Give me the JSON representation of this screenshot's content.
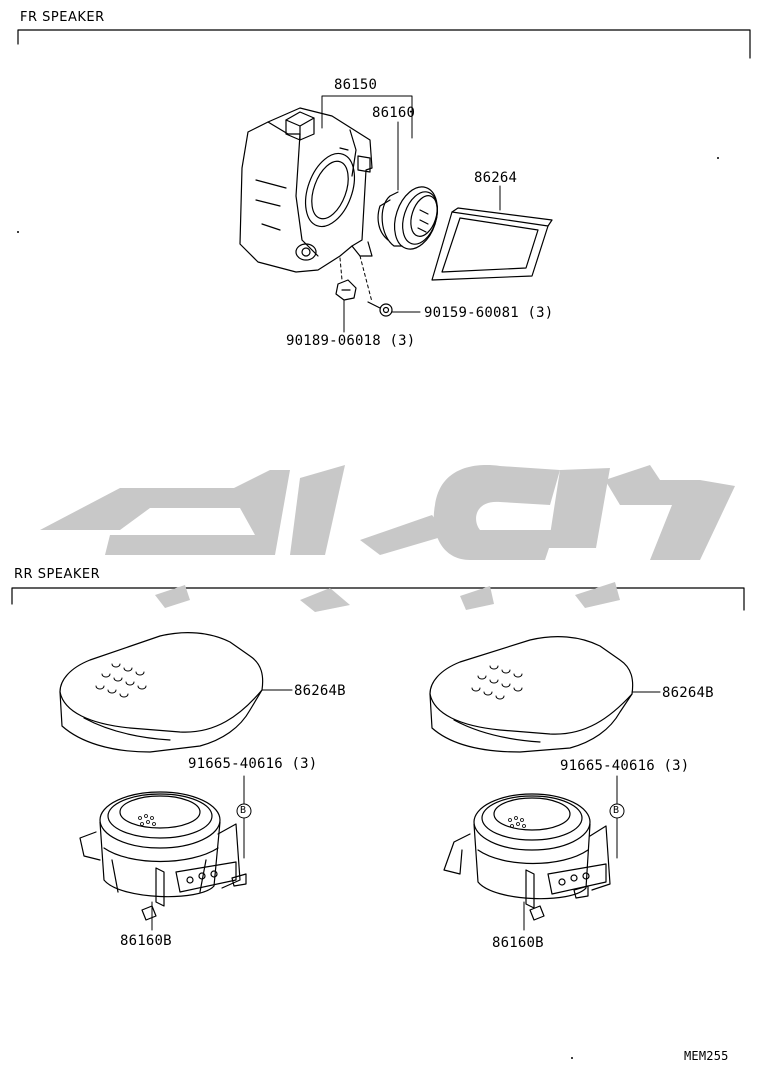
{
  "sections": {
    "front": {
      "title": "FR SPEAKER"
    },
    "rear": {
      "title": "RR SPEAKER"
    }
  },
  "front_parts": {
    "box": "86150",
    "speaker": "86160",
    "grille": "86264",
    "screw": "90159-60081 (3)",
    "nut": "90189-06018 (3)"
  },
  "rear_parts": {
    "left": {
      "cover": "86264B",
      "screw": "91665-40616 (3)",
      "marker": "B",
      "speaker": "86160B"
    },
    "right": {
      "cover": "86264B",
      "screw": "91665-40616 (3)",
      "marker": "B",
      "speaker": "86160B"
    }
  },
  "diagram_code": "MEM255",
  "watermark": {
    "color": "#c8c8c8"
  }
}
